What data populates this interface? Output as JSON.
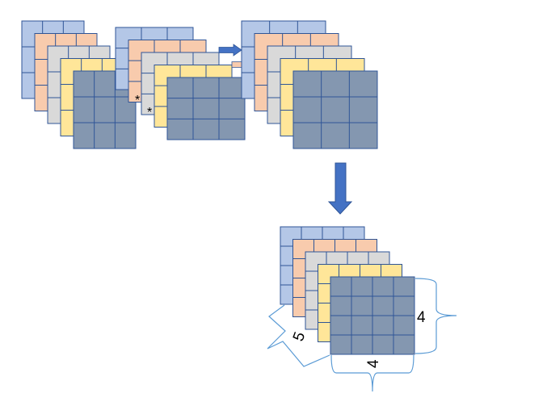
{
  "colors": {
    "layers": [
      "#b4c7e7",
      "#f8cbad",
      "#d9d9d9",
      "#ffe699",
      "#8497b0"
    ],
    "grid_line": "#2f5597",
    "arrow_blue": "#4472c4",
    "arrow_light_blue": "#b4c7e7",
    "arrow_peach": "#f8cbad",
    "arrow_gray": "#d9d9d9",
    "arrow_yellow": "#ffe699",
    "arrow_slate": "#8497b0",
    "bracket": "#5b9bd5"
  },
  "grid_size": 3,
  "operators": {
    "multiply_1": "*",
    "multiply_2": "*"
  },
  "dimensions": {
    "depth": "5",
    "height": "4",
    "width": "4"
  },
  "result_grid_size": 4,
  "icons": {
    "down_arrow": "down-arrow-icon",
    "right_arrow": "right-arrow-icon"
  }
}
